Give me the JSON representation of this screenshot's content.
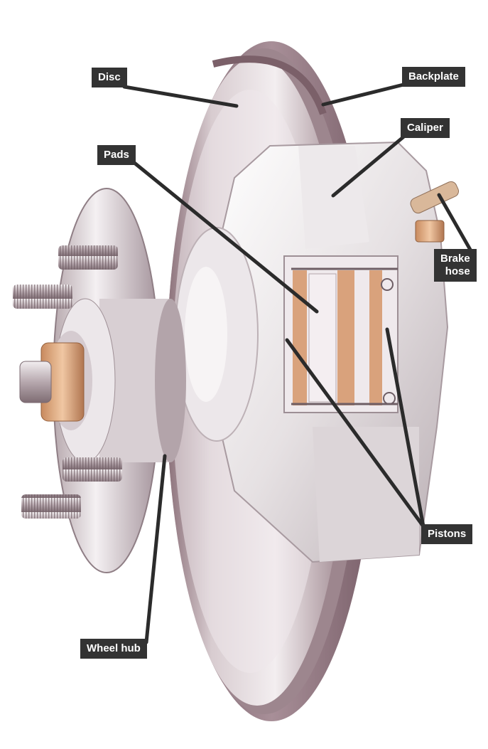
{
  "labels": {
    "disc": "Disc",
    "backplate": "Backplate",
    "caliper": "Caliper",
    "pads": "Pads",
    "brake_hose": "Brake\nhose",
    "pistons": "Pistons",
    "wheel_hub": "Wheel hub"
  },
  "colors": {
    "callout_bg": "#333333",
    "callout_text": "#ffffff",
    "leader_line": "#2b2b2b",
    "metal": "#e4dfe2",
    "pad_lining": "#d9a27c"
  }
}
